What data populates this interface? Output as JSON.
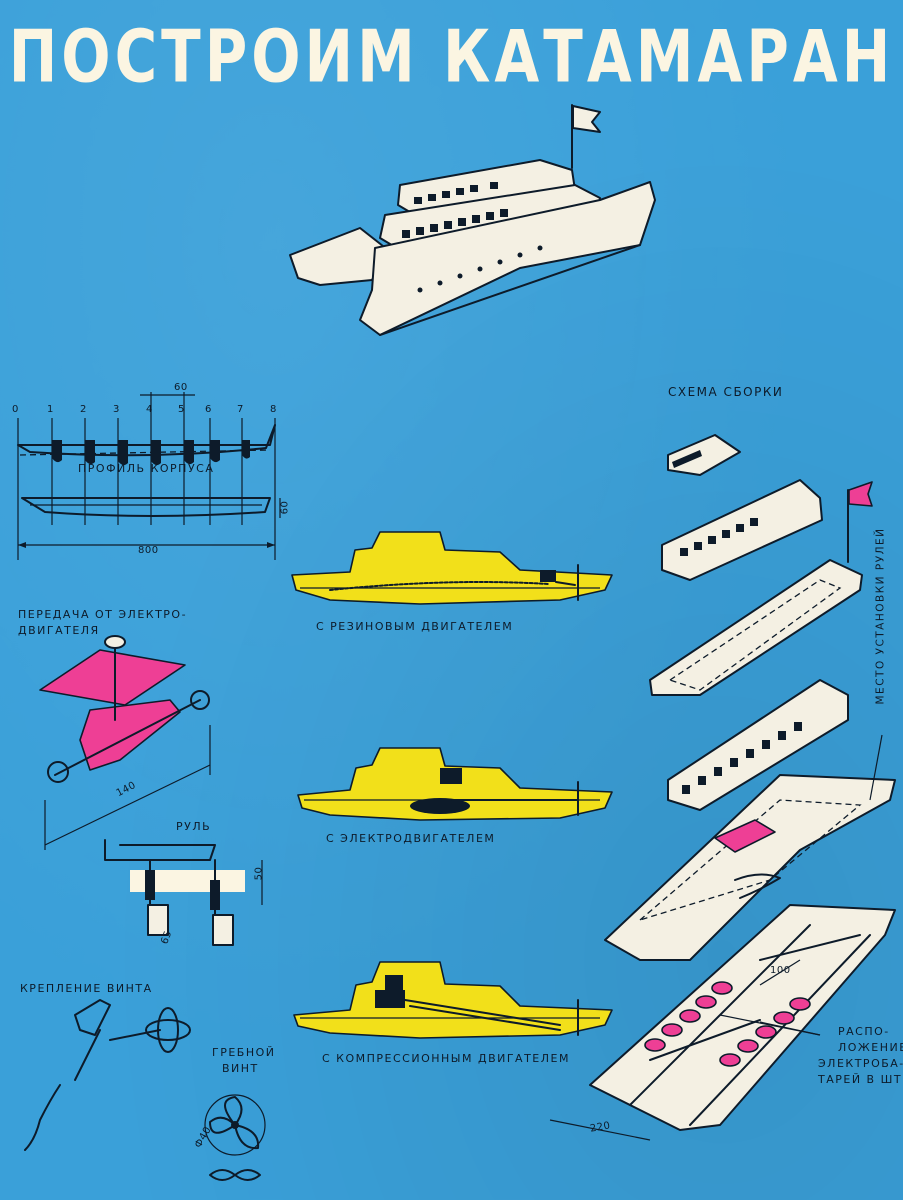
{
  "title": "ПОСТРОИМ КАТАМАРАН",
  "labels": {
    "assembly_scheme": "СХЕМА СБОРКИ",
    "hull_profile": "ПРОФИЛЬ КОРПУСА",
    "motor_transmission_line1": "ПЕРЕДАЧА ОТ ЭЛЕКТРО-",
    "motor_transmission_line2": "ДВИГАТЕЛЯ",
    "rudder": "РУЛЬ",
    "prop_mount": "КРЕПЛЕНИЕ ВИНТА",
    "propeller_line1": "ГРЕБНОЙ",
    "propeller_line2": "ВИНТ",
    "rubber_motor": "С РЕЗИНОВЫМ ДВИГАТЕЛЕМ",
    "electric_motor": "С ЭЛЕКТРОДВИГАТЕЛЕМ",
    "compression_motor": "С КОМПРЕССИОННЫМ ДВИГАТЕЛЕМ",
    "rudder_place": "МЕСТО УСТАНОВКИ РУЛЕЙ",
    "battery_line1": "РАСПО-",
    "battery_line2": "ЛОЖЕНИЕ",
    "battery_line3": "ЭЛЕКТРОБА-",
    "battery_line4": "ТАРЕЙ В ШТ."
  },
  "dimensions": {
    "station_spacing": "60",
    "hull_length": "800",
    "hull_height": "60",
    "shaft_length": "140",
    "rudder_height": "50",
    "rudder_width": "65",
    "propeller_diameter": "Ф40",
    "crossbar": "100",
    "hull_spacing": "220"
  },
  "stations": [
    "0",
    "1",
    "2",
    "3",
    "4",
    "5",
    "6",
    "7",
    "8"
  ],
  "colors": {
    "background": "#3aa0d9",
    "title": "#fbf5e2",
    "yellow_fill": "#f2e01a",
    "pink_fill": "#ee3f95",
    "ink": "#0d1b2a",
    "cream": "#f4f0e3"
  }
}
